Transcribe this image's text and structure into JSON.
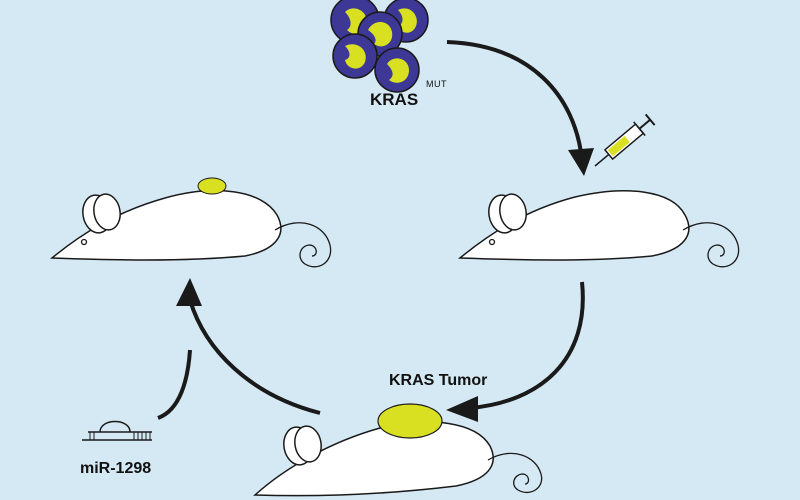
{
  "labels": {
    "kras": "KRAS",
    "mut": "MUT",
    "tumor": "KRAS Tumor",
    "mirna": "miR-1298"
  },
  "colors": {
    "background": "#d5e9f4",
    "cell_nucleus": "#3d3896",
    "cell_cytoplasm": "#d9e021",
    "tumor": "#d9e021",
    "mouse_body": "#ffffff",
    "outline": "#1a1a1a"
  },
  "icons": [
    "cancer-cells-cluster",
    "syringe-icon",
    "mouse-icon",
    "tumor-blob",
    "mirna-hairpin-icon",
    "cycle-arrow"
  ]
}
